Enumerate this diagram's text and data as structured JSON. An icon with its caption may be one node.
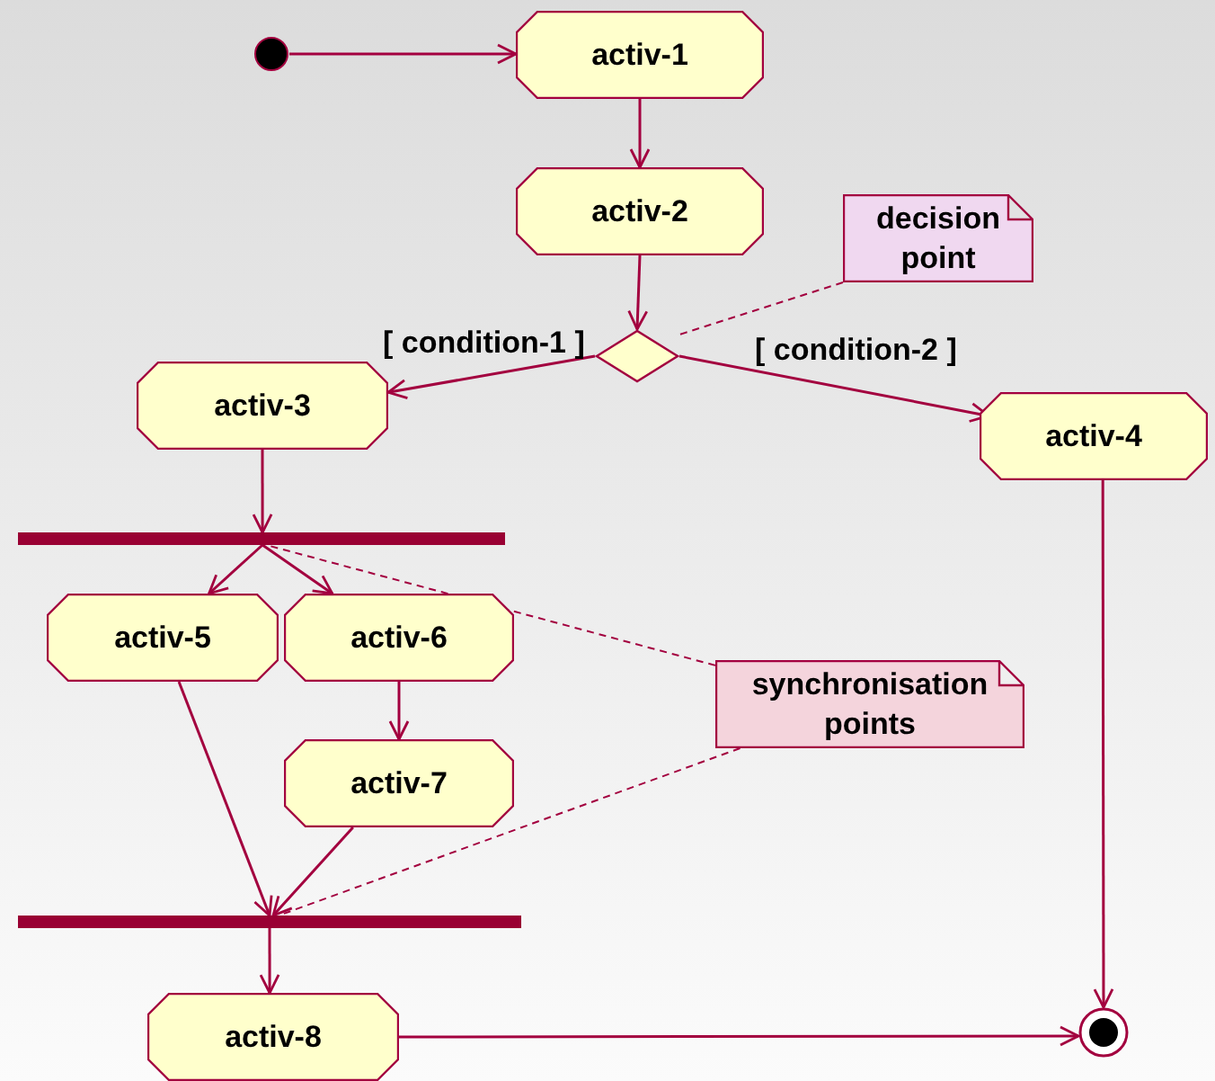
{
  "diagram": {
    "nodes": [
      {
        "text": [],
        "shape": "circle"
      },
      {
        "text": [
          "activ-1"
        ]
      },
      {
        "text": [
          "activ-2"
        ]
      },
      {
        "text": [],
        "shape": "diamond"
      },
      {
        "text": [
          "decision point"
        ]
      },
      {
        "text": [
          "activ-3"
        ]
      },
      {
        "text": [
          "activ-4"
        ]
      },
      {
        "text": [],
        "shape": "bar"
      },
      {
        "text": [
          "activ-5"
        ]
      },
      {
        "text": [
          "activ-6"
        ]
      },
      {
        "text": [
          "activ-7"
        ]
      },
      {
        "text": [
          "synchronisation points"
        ]
      },
      {
        "text": [],
        "shape": "bar"
      },
      {
        "text": [
          "activ-8"
        ]
      },
      {
        "text": [],
        "shape": "bullseye"
      }
    ],
    "edges": [
      {
        "from": 0,
        "to": 1,
        "arrow": "to"
      },
      {
        "from": 1,
        "to": 2,
        "arrow": "to"
      },
      {
        "from": 2,
        "to": 3,
        "arrow": "to"
      },
      {
        "from": 3,
        "to": 5,
        "arrow": "to",
        "label": "[ condition-1 ]"
      },
      {
        "from": 3,
        "to": 6,
        "arrow": "to",
        "label": "[ condition-2 ]"
      },
      {
        "from": 5,
        "to": 7,
        "arrow": "to"
      },
      {
        "from": 7,
        "to": 8,
        "arrow": "to"
      },
      {
        "from": 7,
        "to": 9,
        "arrow": "to"
      },
      {
        "from": 9,
        "to": 10,
        "arrow": "to"
      },
      {
        "from": 8,
        "to": 12,
        "arrow": "to"
      },
      {
        "from": 10,
        "to": 12,
        "arrow": "to"
      },
      {
        "from": 12,
        "to": 13,
        "arrow": "to"
      },
      {
        "from": 13,
        "to": 14,
        "arrow": "to"
      },
      {
        "from": 6,
        "to": 14,
        "arrow": "to"
      },
      {
        "from": 4,
        "to": 3,
        "arrow": "none",
        "style": "dashed"
      },
      {
        "from": 11,
        "to": 7,
        "arrow": "none",
        "style": "dashed"
      },
      {
        "from": 11,
        "to": 12,
        "arrow": "none",
        "style": "dashed"
      }
    ]
  }
}
